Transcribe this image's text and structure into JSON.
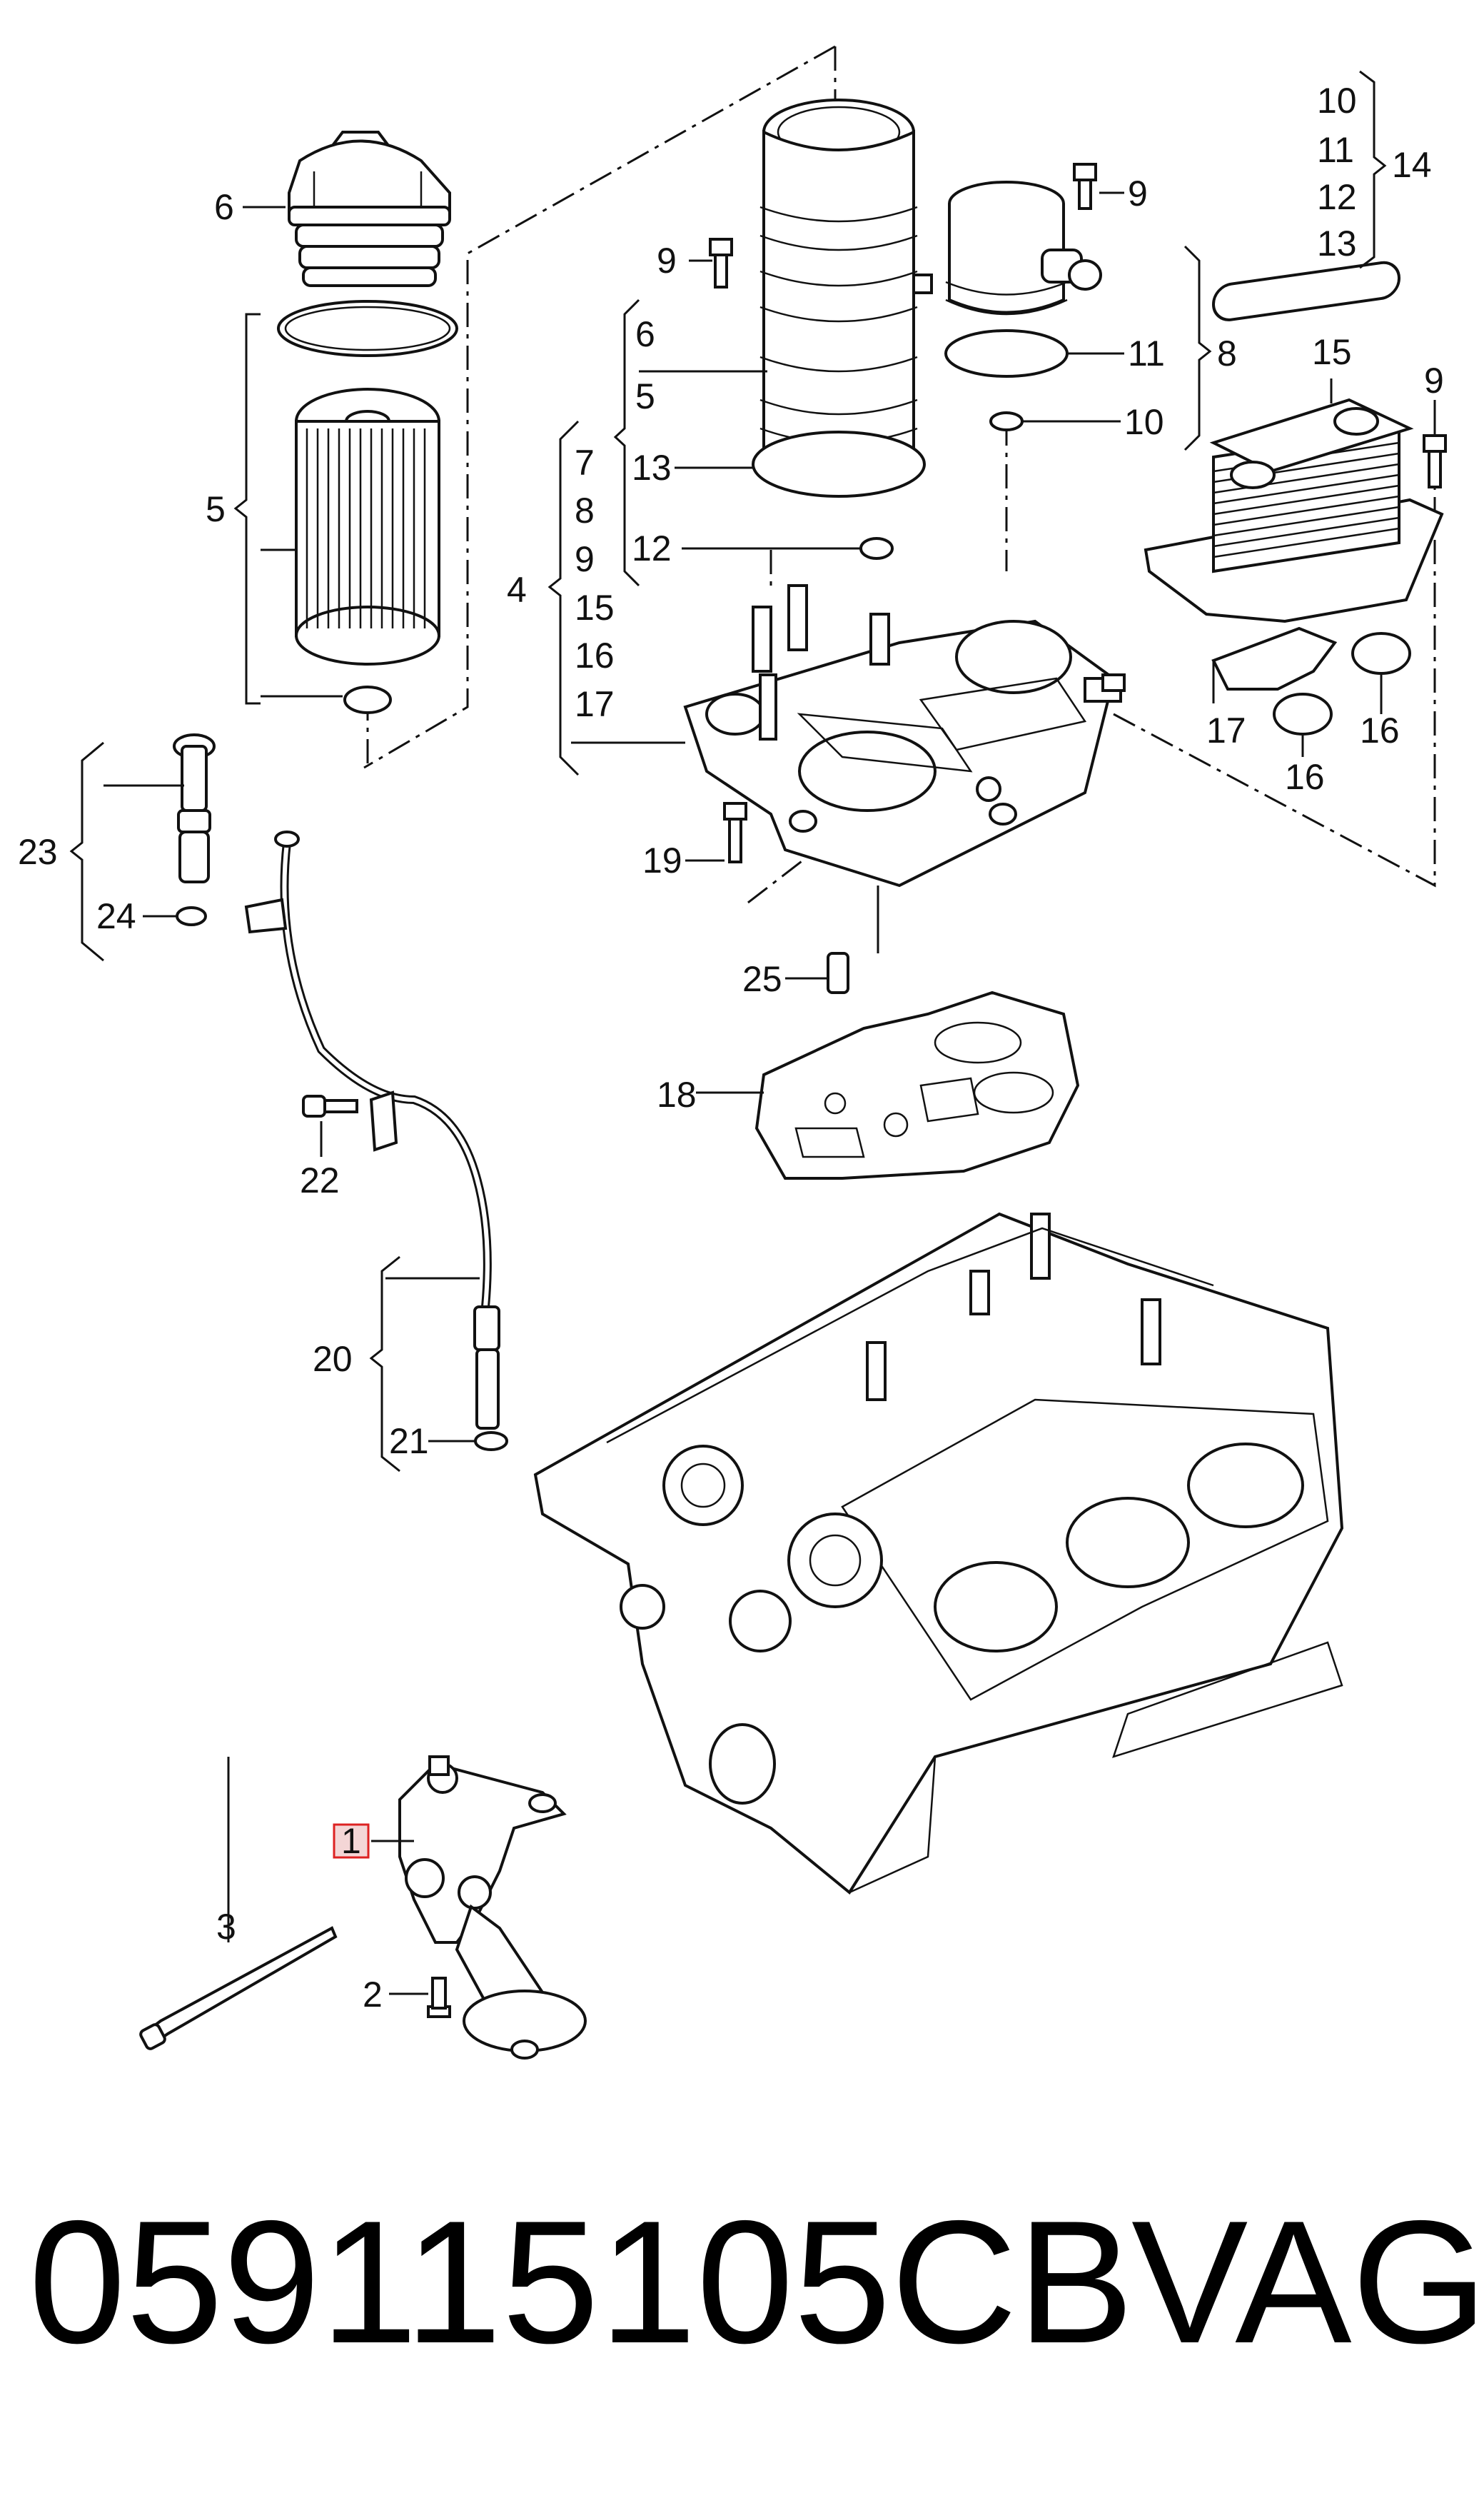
{
  "callouts": {
    "c1": "1",
    "c2": "2",
    "c3": "3",
    "c4": "4",
    "c5a": "5",
    "c5b": "5",
    "c6a": "6",
    "c6b": "6",
    "c7": "7",
    "c8a": "8",
    "c8b": "8",
    "c9a": "9",
    "c9b": "9",
    "c9c": "9",
    "c9d": "9",
    "c10a": "10",
    "c10b": "10",
    "c11a": "11",
    "c11b": "11",
    "c12a": "12",
    "c12b": "12",
    "c13a": "13",
    "c13b": "13",
    "c14": "14",
    "c15a": "15",
    "c15b": "15",
    "c16a": "16",
    "c16b": "16",
    "c16c": "16",
    "c17a": "17",
    "c17b": "17",
    "c18": "18",
    "c19": "19",
    "c20": "20",
    "c21": "21",
    "c22": "22",
    "c23": "23",
    "c24": "24",
    "c25": "25"
  },
  "footer": {
    "part_number": "059115105CB",
    "brand": "VAG"
  },
  "highlight_color": "#dd2222"
}
